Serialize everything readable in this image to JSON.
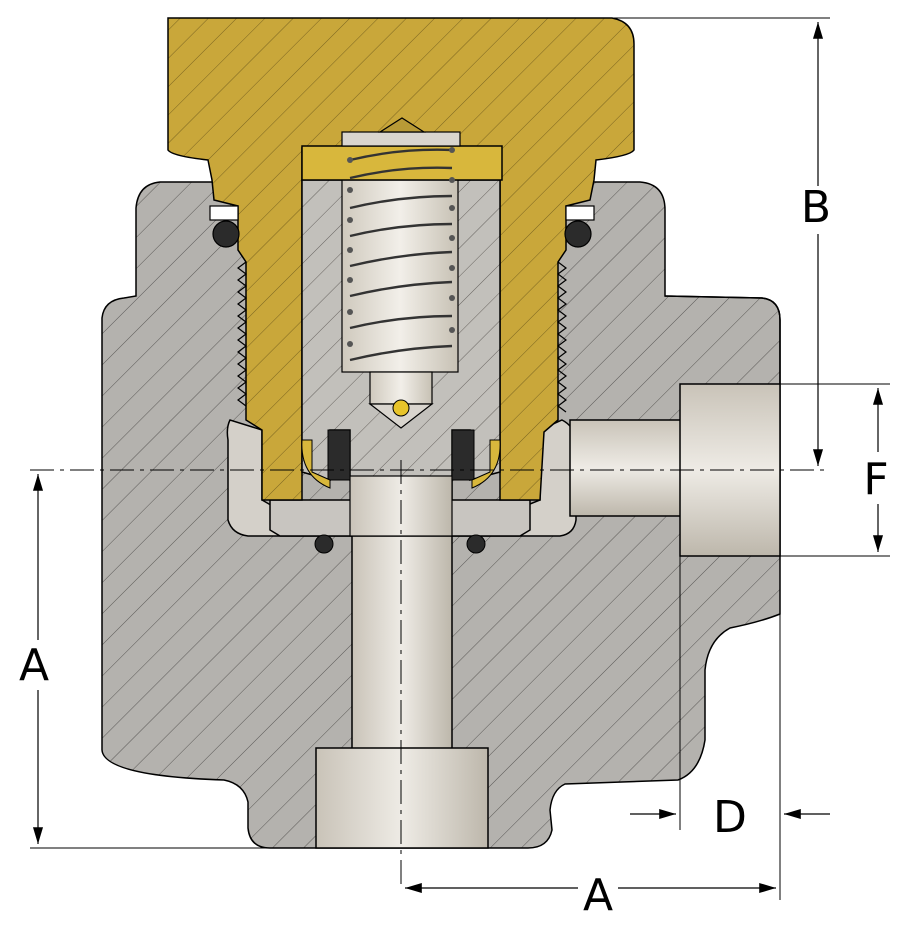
{
  "dimensions": {
    "a_vertical": "A",
    "a_horizontal": "A",
    "b": "B",
    "d": "D",
    "f": "F"
  },
  "colors": {
    "body": "#b4b2ae",
    "brass": "#c9a73a",
    "bore": "#d9d5ce",
    "spring": "#e8e4dc",
    "seal": "#2b2b2b",
    "line": "#000000"
  }
}
